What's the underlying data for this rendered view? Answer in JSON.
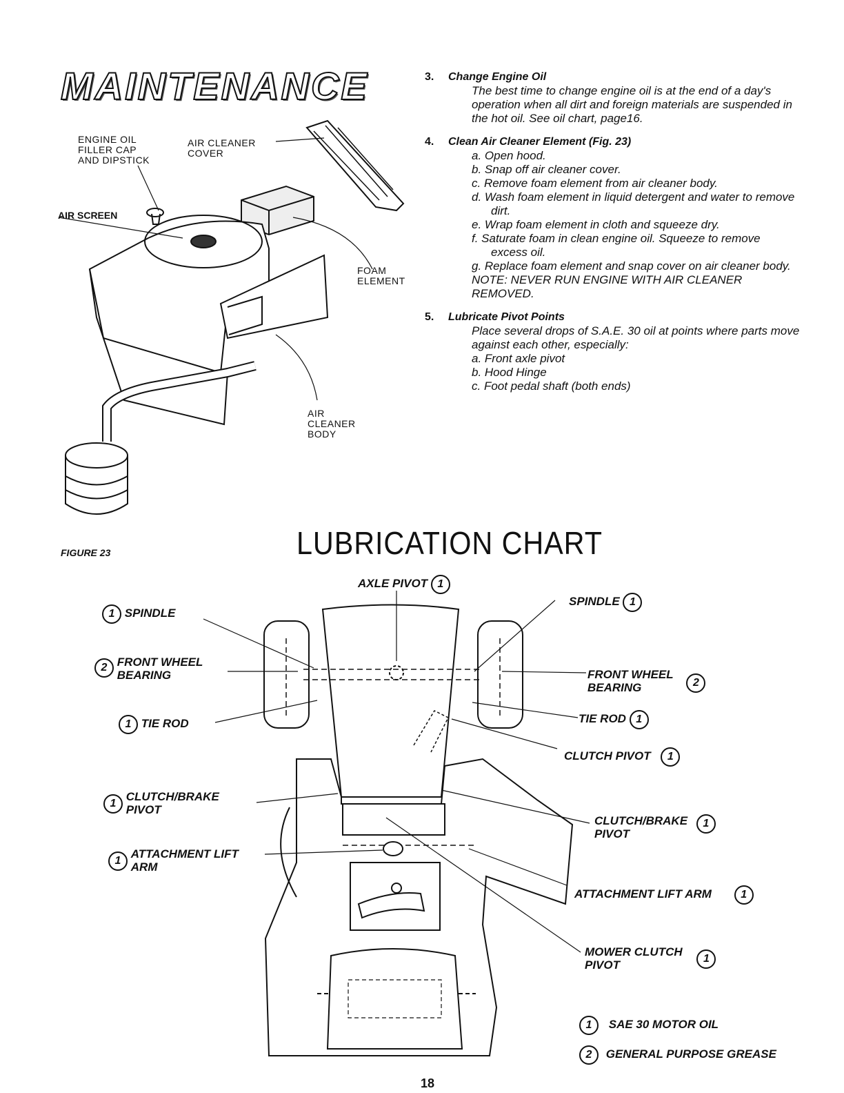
{
  "title": "MAINTENANCE",
  "figure_labels": {
    "oil_filler": "ENGINE OIL\nFILLER CAP\nAND DIPSTICK",
    "air_cleaner_cover": "AIR CLEANER\nCOVER",
    "air_screen": "AIR SCREEN",
    "foam_element": "FOAM\nELEMENT",
    "air_cleaner_body": "AIR\nCLEANER\nBODY",
    "figure_caption": "FIGURE 23"
  },
  "steps": [
    {
      "num": "3.",
      "heading": "Change Engine Oil",
      "text": "The best time to change engine oil is at the end of a day's operation when all dirt and foreign materials are suspended in the hot oil. See oil chart, page16."
    },
    {
      "num": "4.",
      "heading": "Clean Air Cleaner Element (Fig. 23)",
      "items": [
        "a. Open hood.",
        "b. Snap off air cleaner cover.",
        "c. Remove foam element from air cleaner body.",
        "d. Wash foam element in liquid detergent and water to remove dirt.",
        "e. Wrap foam element in cloth and squeeze dry.",
        "f. Saturate foam in clean engine oil. Squeeze to remove excess oil.",
        "g. Replace foam element and snap cover on air cleaner body."
      ],
      "note": "NOTE: NEVER RUN ENGINE WITH AIR CLEANER REMOVED."
    },
    {
      "num": "5.",
      "heading": "Lubricate Pivot Points",
      "text": "Place several drops of S.A.E. 30 oil at points where parts move against each other, especially:",
      "items": [
        "a. Front axle pivot",
        "b. Hood Hinge",
        "c. Foot pedal shaft (both ends)"
      ]
    }
  ],
  "lubrication_chart": {
    "title": "LUBRICATION CHART",
    "callouts": {
      "axle_pivot": {
        "label": "AXLE PIVOT",
        "code": "1"
      },
      "spindle_left": {
        "label": "SPINDLE",
        "code": "1"
      },
      "spindle_right": {
        "label": "SPINDLE",
        "code": "1"
      },
      "front_wheel_left": {
        "label": "FRONT WHEEL\nBEARING",
        "code": "2"
      },
      "front_wheel_right": {
        "label": "FRONT WHEEL\nBEARING",
        "code": "2"
      },
      "tie_rod_left": {
        "label": "TIE ROD",
        "code": "1"
      },
      "tie_rod_right": {
        "label": "TIE ROD",
        "code": "1"
      },
      "clutch_pivot": {
        "label": "CLUTCH PIVOT",
        "code": "1"
      },
      "clutch_brake_left": {
        "label": "CLUTCH/BRAKE\nPIVOT",
        "code": "1"
      },
      "clutch_brake_right": {
        "label": "CLUTCH/BRAKE\nPIVOT",
        "code": "1"
      },
      "lift_arm_left": {
        "label": "ATTACHMENT LIFT\nARM",
        "code": "1"
      },
      "lift_arm_right": {
        "label": "ATTACHMENT LIFT ARM",
        "code": "1"
      },
      "mower_clutch": {
        "label": "MOWER CLUTCH\nPIVOT",
        "code": "1"
      }
    },
    "legend": [
      {
        "code": "1",
        "label": "SAE 30 MOTOR OIL"
      },
      {
        "code": "2",
        "label": "GENERAL PURPOSE GREASE"
      }
    ]
  },
  "page_number": "18"
}
